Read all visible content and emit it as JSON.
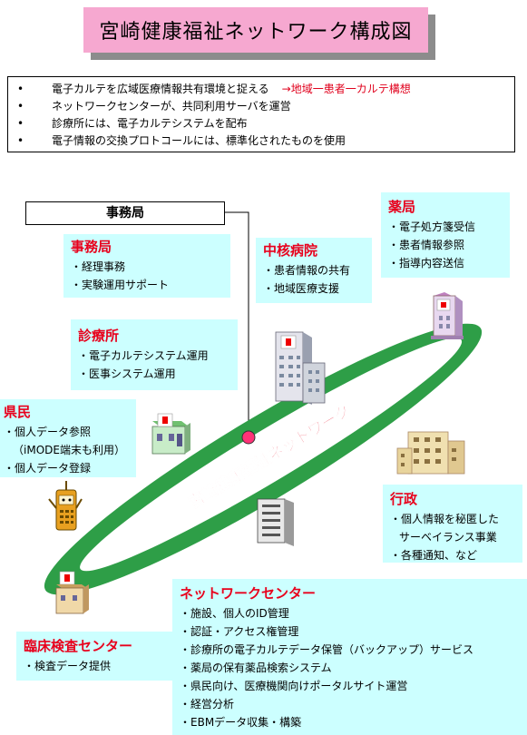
{
  "title": "宮崎健康福祉ネットワーク構成図",
  "bullets": [
    {
      "text": "電子カルテを広域医療情報共有環境と捉える",
      "accent": "→地域一患者一カルテ構想"
    },
    {
      "text": "ネットワークセンターが、共同利用サーバを運営",
      "accent": ""
    },
    {
      "text": "診療所には、電子カルテシステムを配布",
      "accent": ""
    },
    {
      "text": "電子情報の交換プロトコールには、標準化されたものを使用",
      "accent": ""
    }
  ],
  "bullet_symbol": "•",
  "jimukyoku_label": "事務局",
  "ring_label": "宮崎健康福祉ネットワーク",
  "panels": {
    "jimukyoku": {
      "title": "事務局",
      "items": [
        "・経理事務",
        "・実験運用サポート"
      ]
    },
    "chukaku": {
      "title": "中核病院",
      "items": [
        "・患者情報の共有",
        "・地域医療支援"
      ]
    },
    "yakkyoku": {
      "title": "薬局",
      "items": [
        "・電子処方箋受信",
        "・患者情報参照",
        "・指導内容送信"
      ]
    },
    "shinryojo": {
      "title": "診療所",
      "items": [
        "・電子カルテシステム運用",
        "・医事システム運用"
      ]
    },
    "kenmin": {
      "title": "県民",
      "items": [
        "・個人データ参照",
        "（iMODE端末も利用）",
        "・個人データ登録"
      ]
    },
    "gyosei": {
      "title": "行政",
      "items": [
        "・個人情報を秘匿した",
        "サーベイランス事業",
        "・各種通知、など"
      ]
    },
    "rinsho": {
      "title": "臨床検査センター",
      "items": [
        "・検査データ提供"
      ]
    },
    "center": {
      "title": "ネットワークセンター",
      "items": [
        "・施設、個人のID管理",
        "・認証・アクセス権管理",
        "・診療所の電子カルテデータ保管（バックアップ）サービス",
        "・薬局の保有薬品検索システム",
        "・県民向け、医療機関向けポータルサイト運営",
        "・経営分析",
        "・EBMデータ収集・構築"
      ]
    }
  },
  "colors": {
    "title_bg": "#f6a8d0",
    "panel_bg": "#ccffff",
    "heading": "#e8001c",
    "ring": "#2e9e47",
    "node": "#ff3377",
    "ring_text": "#e8001c"
  }
}
